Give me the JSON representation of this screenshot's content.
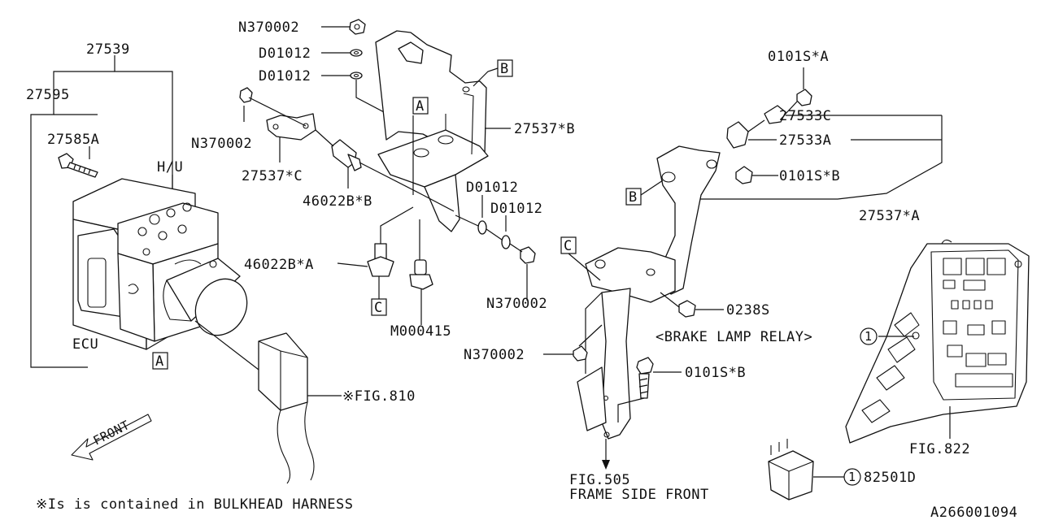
{
  "labels": {
    "p27539": "27539",
    "p27595": "27595",
    "p27585a": "27585A",
    "hu": "H/U",
    "ecu": "ECU",
    "n370002_top": "N370002",
    "d01012_a": "D01012",
    "d01012_b": "D01012",
    "n370002_left": "N370002",
    "p27537c": "27537*C",
    "p46022bb": "46022B*B",
    "p27537b": "27537*B",
    "d01012_c": "D01012",
    "d01012_d": "D01012",
    "p46022ba": "46022B*A",
    "n370002_mid": "N370002",
    "m000415": "M000415",
    "fig810": "※FIG.810",
    "p0101sa": "0101S*A",
    "p27533c": "27533C",
    "p27533a": "27533A",
    "p0101sb_top": "0101S*B",
    "p27537a": "27537*A",
    "p0238s": "0238S",
    "brake_lamp_relay": "<BRAKE LAMP RELAY>",
    "circle_1_a": "1",
    "n370002_low": "N370002",
    "p0101sb_low": "0101S*B",
    "fig822": "FIG.822",
    "fig505": "FIG.505",
    "frame_side_front": "FRAME SIDE FRONT",
    "circle_1_b": "1",
    "p82501d": "82501D",
    "front": "FRONT",
    "footnote": "※Is is contained in BULKHEAD HARNESS",
    "drawing_id": "A266001094"
  },
  "ref_tags": {
    "a_top": "A",
    "a_bottom": "A",
    "b_top": "B",
    "b_left": "B",
    "c_left": "C",
    "c_mid": "C"
  }
}
